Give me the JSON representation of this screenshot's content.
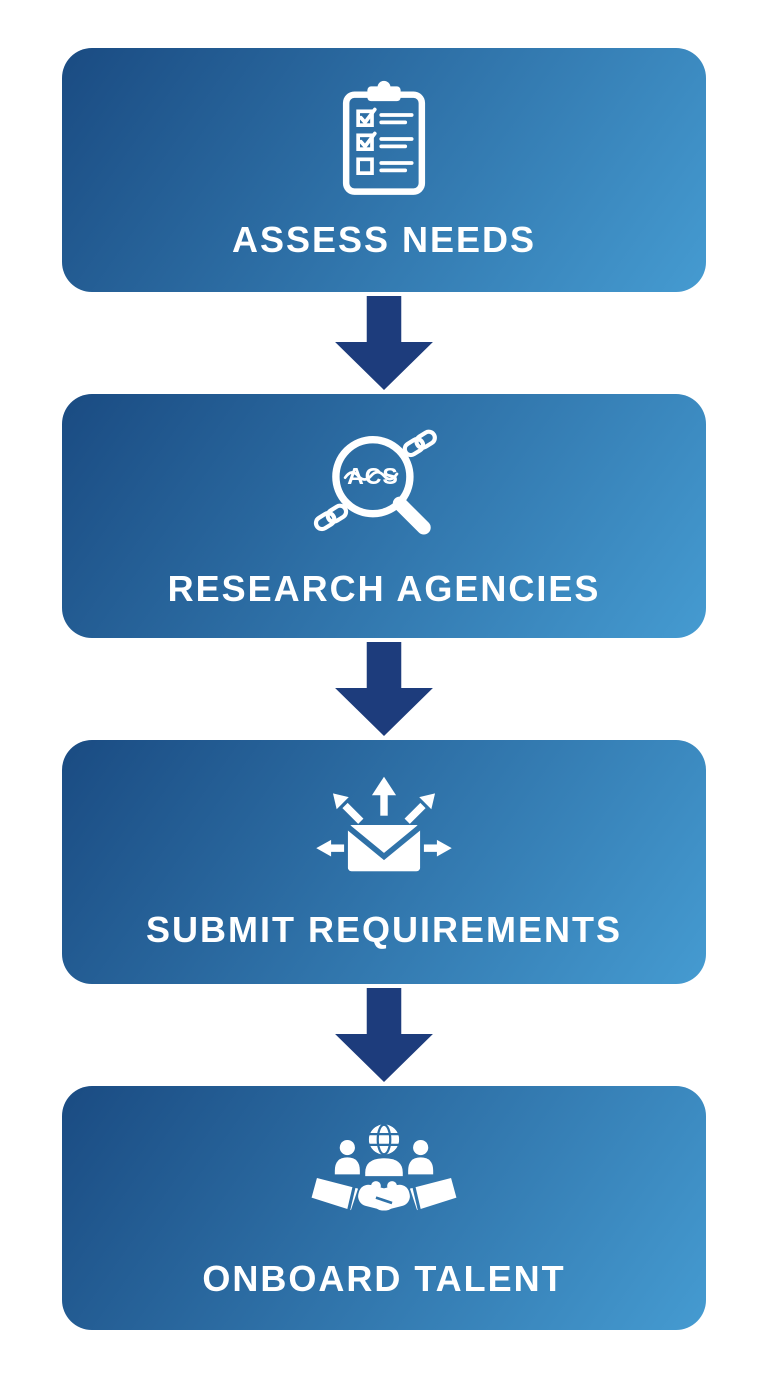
{
  "colors": {
    "background": "#ffffff",
    "box_gradient_start": "#1a4b82",
    "box_gradient_end": "#459bd1",
    "arrow": "#1d3c7c",
    "icon": "#ffffff",
    "label_text": "#ffffff"
  },
  "steps": [
    {
      "label": "ASSESS NEEDS",
      "icon": "clipboard-checklist-icon"
    },
    {
      "label": "RESEARCH AGENCIES",
      "icon": "magnifier-search-icon",
      "icon_text": "ACS"
    },
    {
      "label": "SUBMIT REQUIREMENTS",
      "icon": "envelope-send-arrows-icon"
    },
    {
      "label": "ONBOARD TALENT",
      "icon": "handshake-team-globe-icon"
    }
  ]
}
